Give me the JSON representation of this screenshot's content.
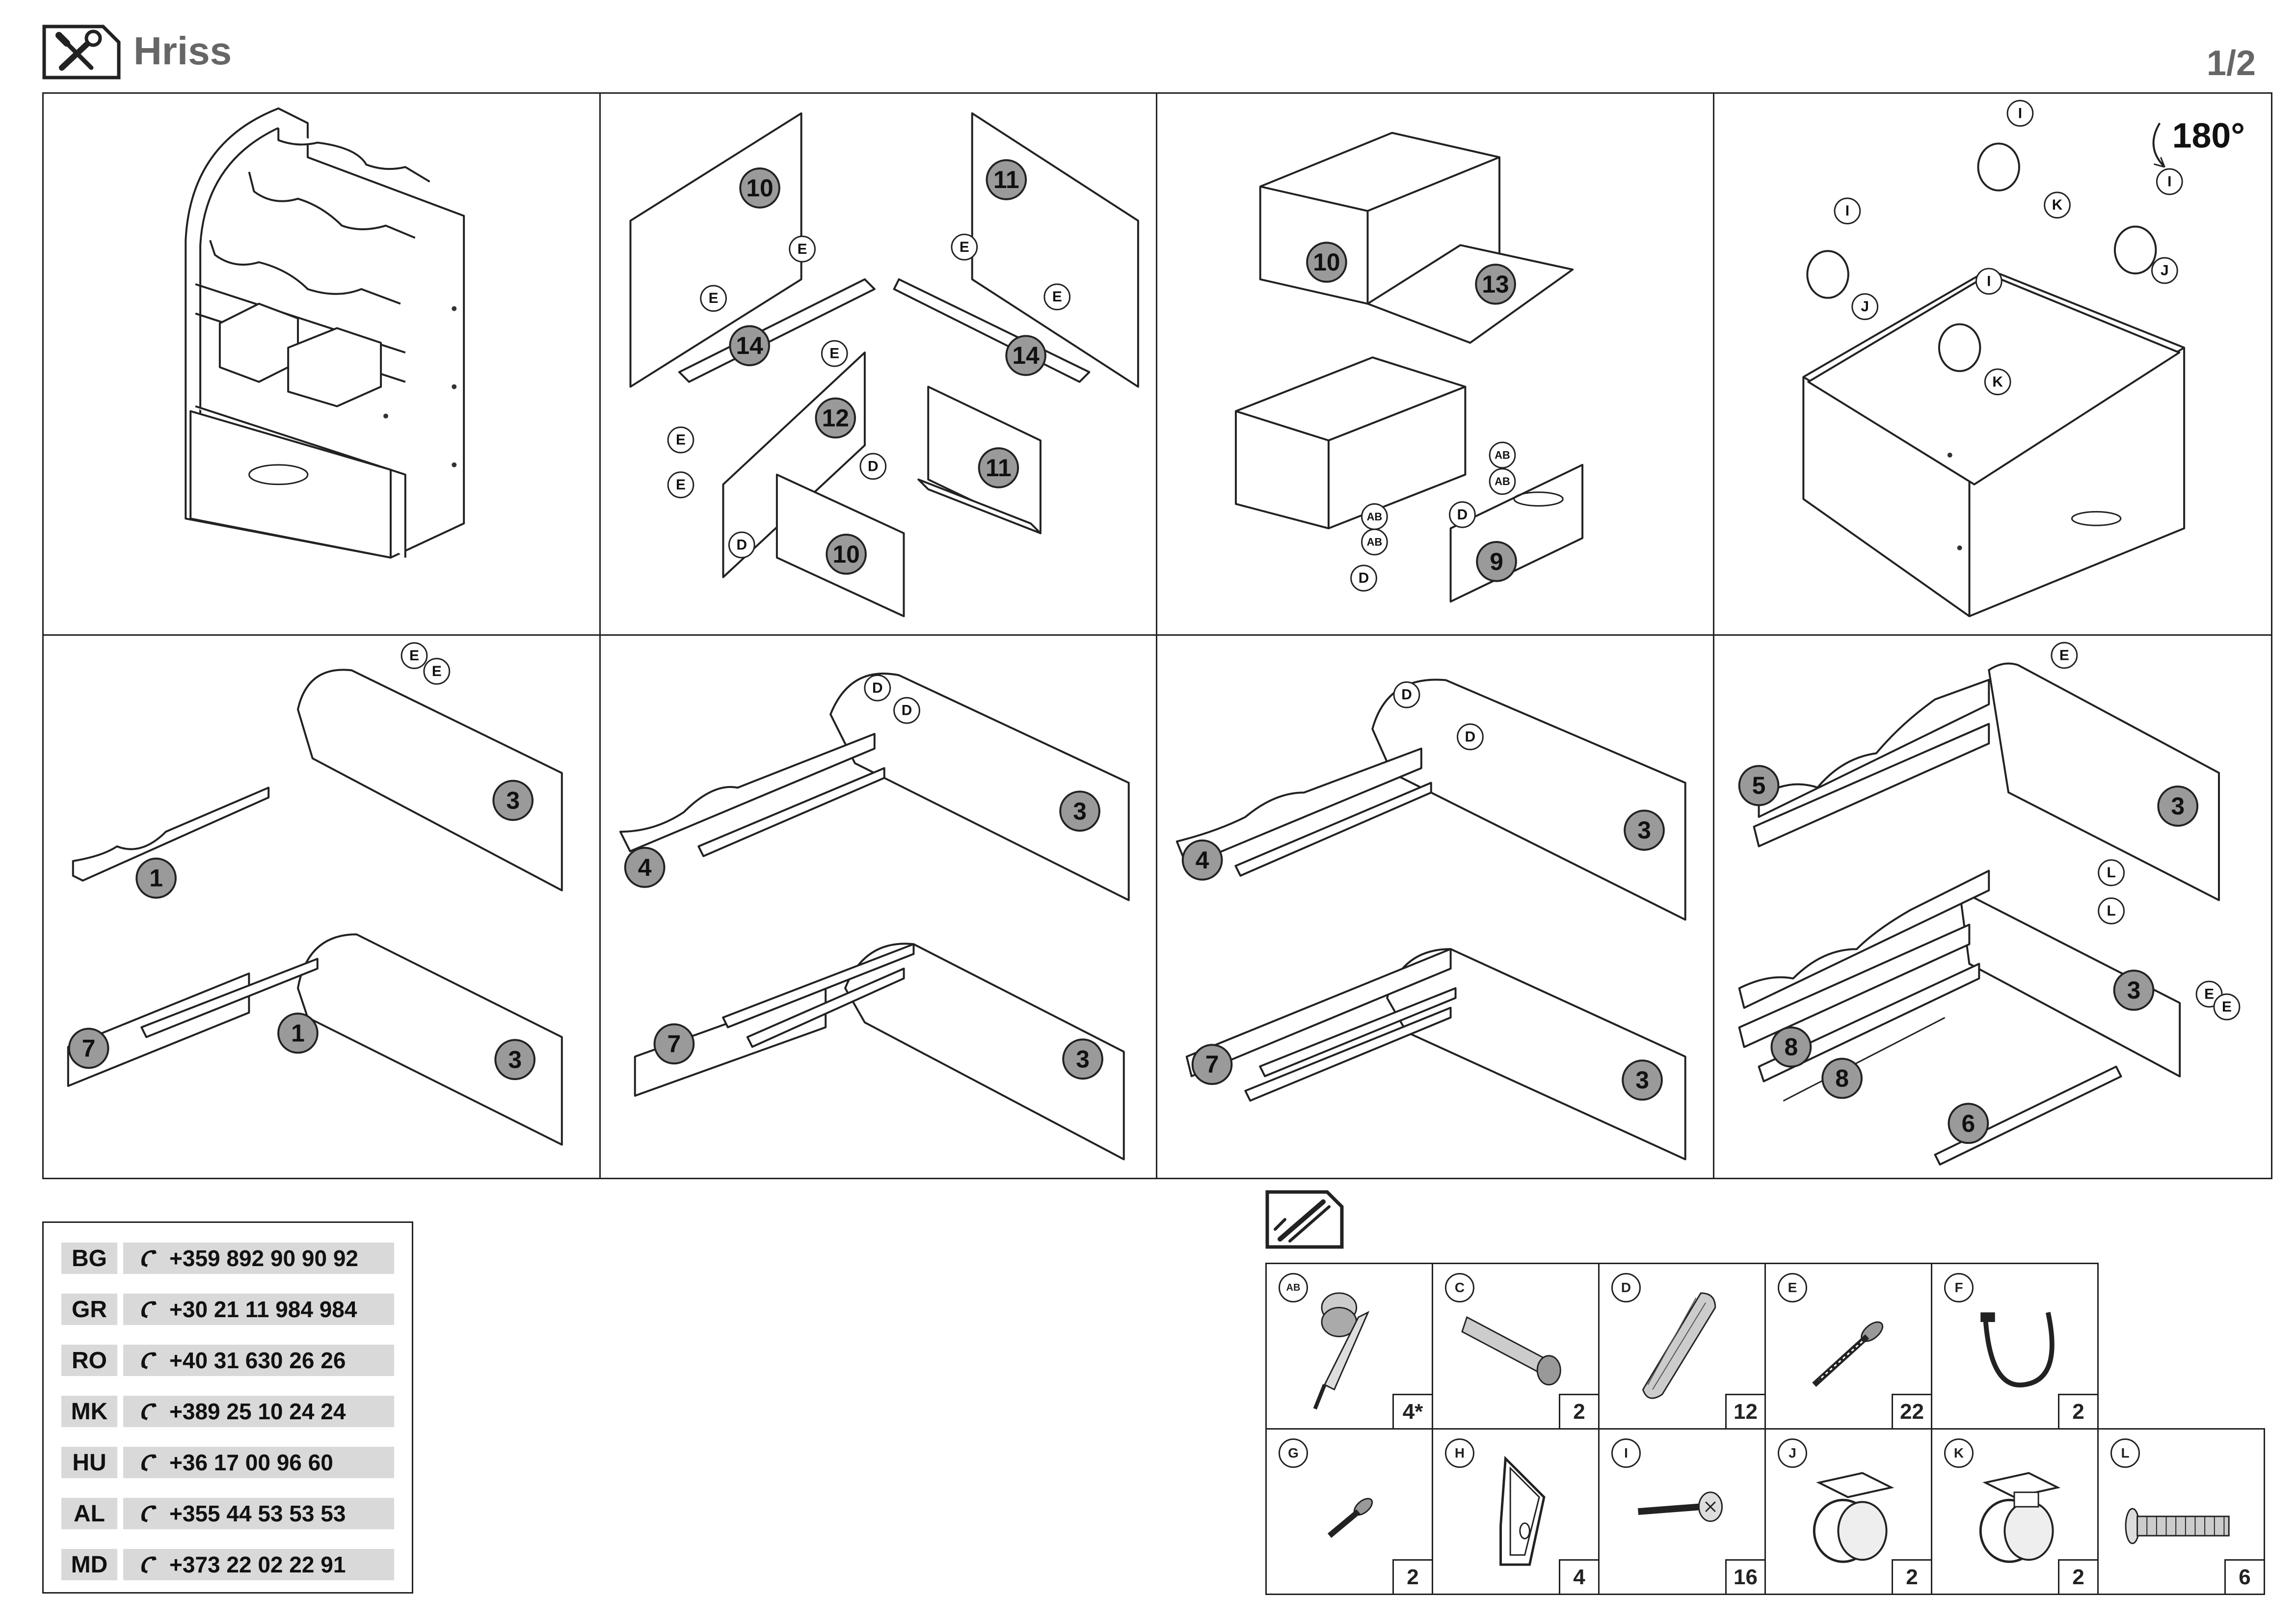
{
  "header": {
    "title": "Hriss",
    "page": "1/2",
    "tools_icon": "wrench-screwdriver-icon"
  },
  "steps": [
    {
      "id": "overview",
      "parts": [],
      "hardware": []
    },
    {
      "id": "step-1",
      "parts": [
        "10",
        "11",
        "14",
        "14",
        "12",
        "11",
        "10"
      ],
      "hardware": [
        "E",
        "E",
        "E",
        "E",
        "E",
        "E",
        "E",
        "D",
        "D"
      ]
    },
    {
      "id": "step-2",
      "parts": [
        "10",
        "13",
        "9"
      ],
      "hardware": [
        "AB",
        "AB",
        "AB",
        "AB",
        "D",
        "D"
      ]
    },
    {
      "id": "step-3",
      "parts": [],
      "hardware": [
        "I",
        "I",
        "I",
        "I",
        "J",
        "J",
        "K",
        "K"
      ],
      "rotation": "180°"
    },
    {
      "id": "step-4",
      "parts": [
        "1",
        "3",
        "7",
        "1",
        "3"
      ],
      "hardware": [
        "E",
        "E"
      ]
    },
    {
      "id": "step-5",
      "parts": [
        "4",
        "3",
        "7",
        "3"
      ],
      "hardware": [
        "D",
        "D"
      ]
    },
    {
      "id": "step-6",
      "parts": [
        "4",
        "3",
        "7",
        "3"
      ],
      "hardware": [
        "D",
        "D"
      ]
    },
    {
      "id": "step-7",
      "parts": [
        "5",
        "3",
        "3",
        "8",
        "8",
        "6"
      ],
      "hardware": [
        "E",
        "L",
        "L",
        "E",
        "E"
      ]
    }
  ],
  "support": [
    {
      "code": "BG",
      "phone": "+359 892 90 90 92"
    },
    {
      "code": "GR",
      "phone": "+30 21 11 984 984"
    },
    {
      "code": "RO",
      "phone": "+40 31 630 26 26"
    },
    {
      "code": "MK",
      "phone": "+389 25 10 24 24"
    },
    {
      "code": "HU",
      "phone": "+36 17 00 96 60"
    },
    {
      "code": "AL",
      "phone": "+355 44 53 53 53"
    },
    {
      "code": "MD",
      "phone": "+373 22 02 22 91"
    }
  ],
  "hardware": [
    {
      "id": "AB",
      "qty": "4*",
      "icon": "cam-lock-connector-icon"
    },
    {
      "id": "C",
      "qty": "2",
      "icon": "wall-plug-icon"
    },
    {
      "id": "D",
      "qty": "12",
      "icon": "wooden-dowel-icon"
    },
    {
      "id": "E",
      "qty": "22",
      "icon": "screw-icon"
    },
    {
      "id": "F",
      "qty": "2",
      "icon": "safety-strap-icon"
    },
    {
      "id": "G",
      "qty": "2",
      "icon": "short-screw-icon"
    },
    {
      "id": "H",
      "qty": "4",
      "icon": "angle-bracket-icon"
    },
    {
      "id": "I",
      "qty": "16",
      "icon": "round-head-screw-icon"
    },
    {
      "id": "J",
      "qty": "2",
      "icon": "caster-wheel-icon"
    },
    {
      "id": "K",
      "qty": "2",
      "icon": "caster-wheel-icon"
    },
    {
      "id": "L",
      "qty": "6",
      "icon": "threaded-rod-icon"
    }
  ]
}
